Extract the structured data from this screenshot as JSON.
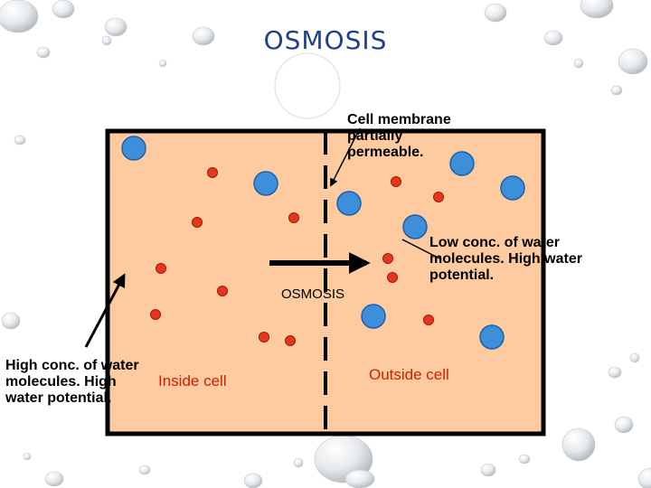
{
  "slide": {
    "title": "OSMOSIS"
  },
  "labels": {
    "membrane": "Cell membrane partially permeable.",
    "low_conc": "Low conc. of water molecules. High water potential.",
    "high_conc": "High conc. of water molecules. High water potential.",
    "arrow_label": "OSMOSIS",
    "inside": "Inside cell",
    "outside": "Outside cell"
  },
  "colors": {
    "cell_fill": "#fdcb9f",
    "cell_border": "#000000",
    "water_molecule": "#3d8fdc",
    "solute_particle": "#e8361c",
    "title": "#1f3f8f",
    "region_label": "#cc2200"
  }
}
